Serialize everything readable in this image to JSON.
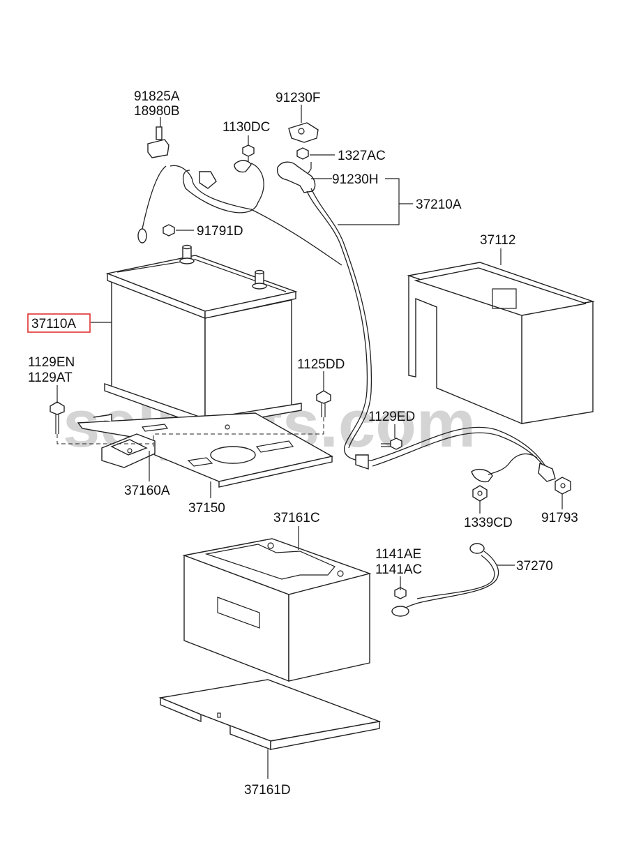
{
  "watermark": "selparts.com",
  "highlight_color": "#e03030",
  "labels": {
    "p91825A": "91825A",
    "p18980B": "18980B",
    "p91230F": "91230F",
    "p1130DC": "1130DC",
    "p1327AC": "1327AC",
    "p91230H": "91230H",
    "p37210A": "37210A",
    "p91791D": "91791D",
    "p37112": "37112",
    "p37110A": "37110A",
    "p1129EN": "1129EN",
    "p1129AT": "1129AT",
    "p1125DD": "1125DD",
    "p1129ED": "1129ED",
    "p37160A": "37160A",
    "p37150": "37150",
    "p1339CD": "1339CD",
    "p91793": "91793",
    "p37161C": "37161C",
    "p1141AE": "1141AE",
    "p1141AC": "1141AC",
    "p37270": "37270",
    "p37161D": "37161D"
  }
}
